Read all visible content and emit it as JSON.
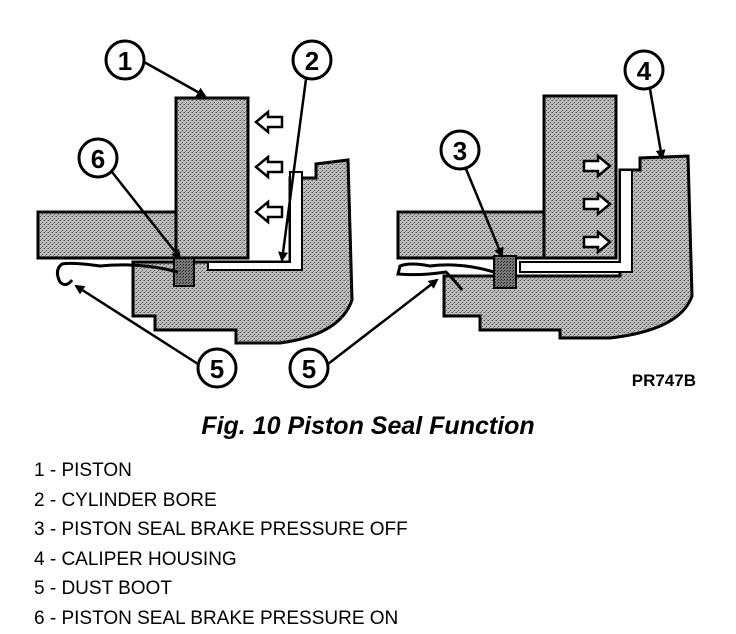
{
  "diagram": {
    "callouts": {
      "c1": "1",
      "c2": "2",
      "c3": "3",
      "c4": "4",
      "c5a": "5",
      "c5b": "5",
      "c6": "6"
    },
    "figure_code": "PR747B"
  },
  "caption": "Fig. 10 Piston Seal Function",
  "legend": {
    "items": [
      "1 - PISTON",
      "2 - CYLINDER BORE",
      "3 - PISTON SEAL BRAKE PRESSURE OFF",
      "4 - CALIPER HOUSING",
      "5 - DUST BOOT",
      "6 - PISTON SEAL BRAKE PRESSURE ON"
    ]
  },
  "colors": {
    "stipple_light": "#cfcfcf",
    "stipple_dark": "#6a6a6a",
    "ink": "#000000",
    "background": "#ffffff"
  }
}
